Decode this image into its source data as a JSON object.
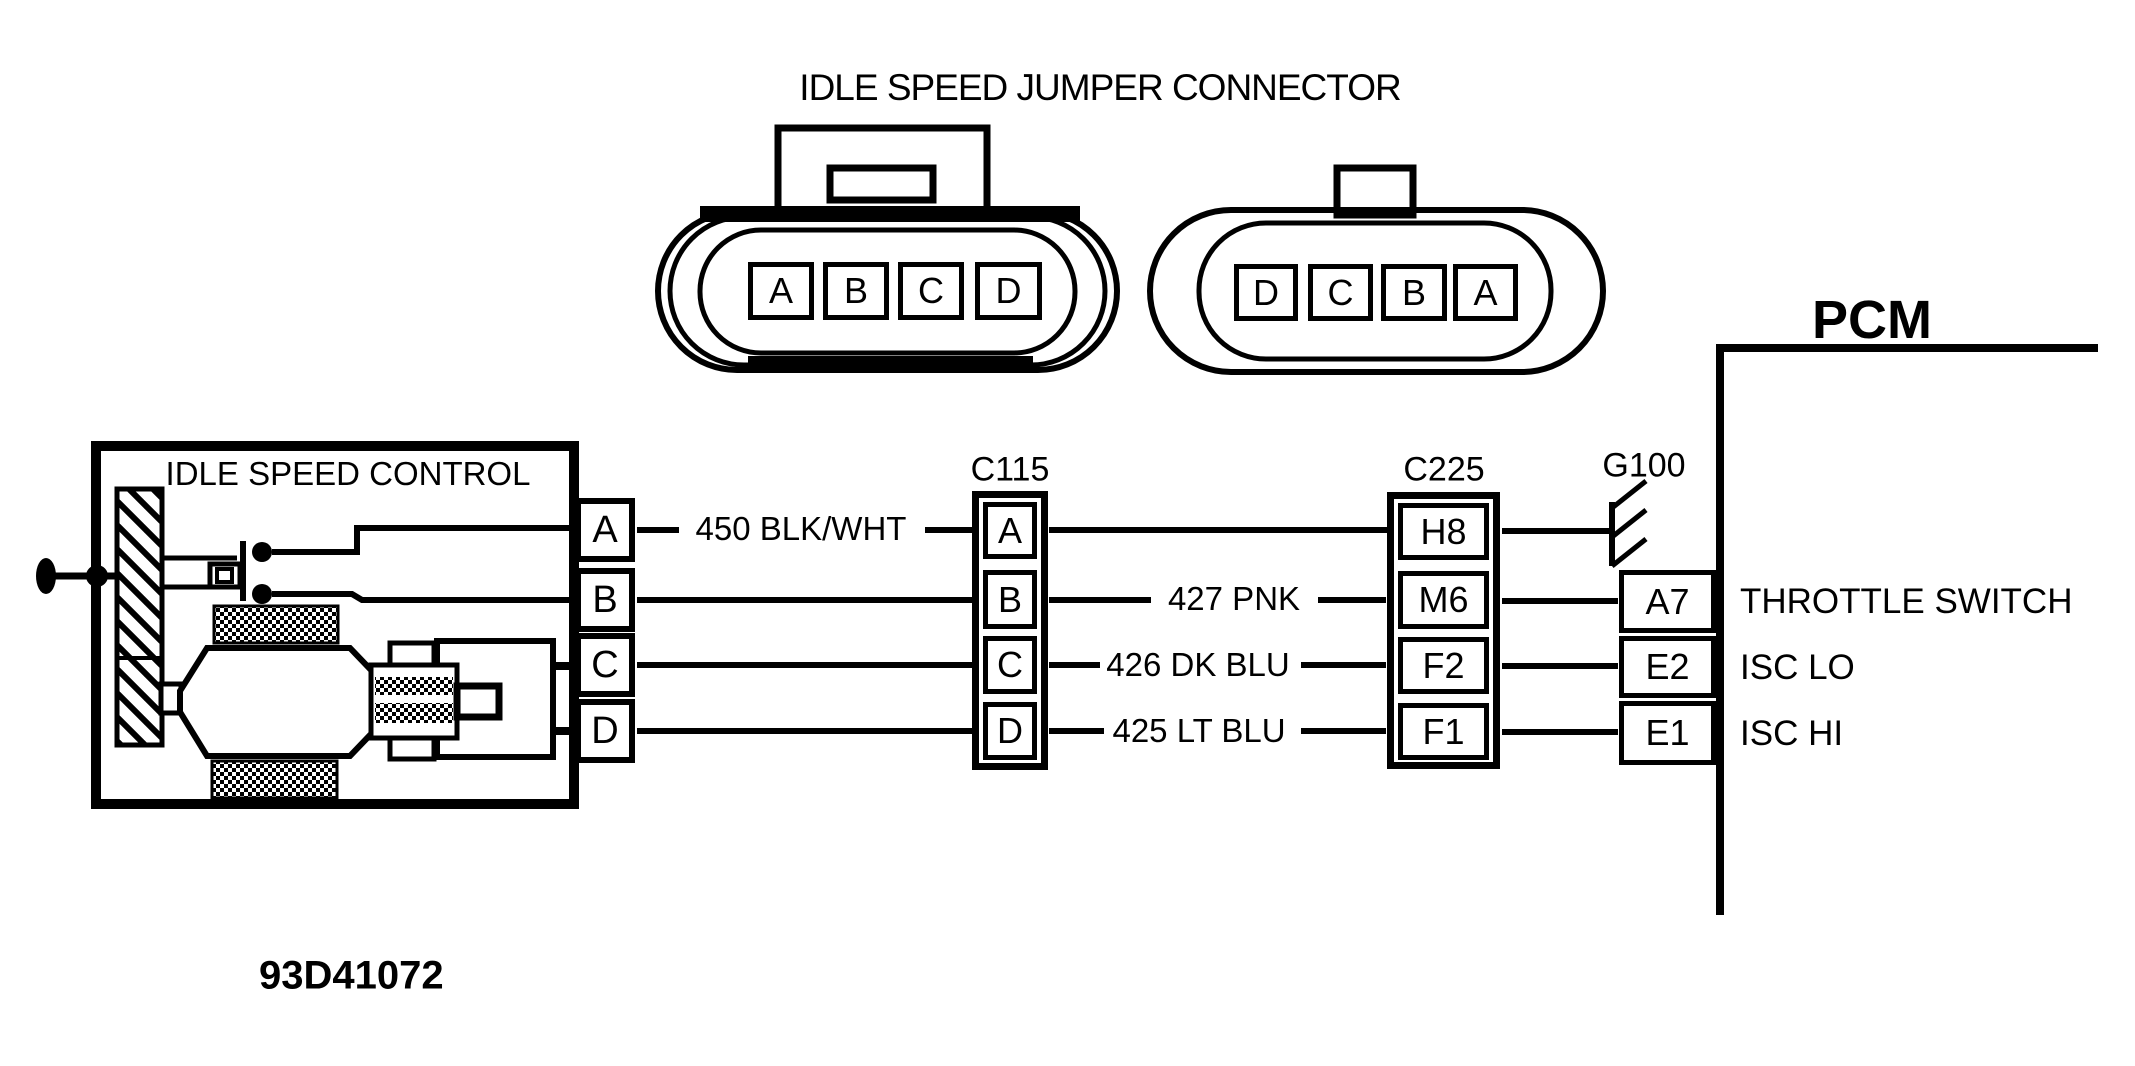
{
  "diagram": {
    "title": "IDLE SPEED JUMPER CONNECTOR",
    "part_number": "93D41072",
    "ink_color": "#000000",
    "paper_color": "#ffffff",
    "jumper_connector_front": {
      "pins": [
        "A",
        "B",
        "C",
        "D"
      ]
    },
    "jumper_connector_rear": {
      "pins": [
        "D",
        "C",
        "B",
        "A"
      ]
    },
    "idle_speed_control": {
      "label": "IDLE SPEED CONTROL",
      "pins": [
        "A",
        "B",
        "C",
        "D"
      ]
    },
    "c115": {
      "label": "C115",
      "pins": [
        "A",
        "B",
        "C",
        "D"
      ]
    },
    "c225": {
      "label": "C225",
      "pins": [
        "H8",
        "M6",
        "F2",
        "F1"
      ]
    },
    "ground": {
      "label": "G100"
    },
    "pcm": {
      "label": "PCM",
      "pins": [
        {
          "pin": "A7",
          "function": "THROTTLE SWITCH"
        },
        {
          "pin": "E2",
          "function": "ISC LO"
        },
        {
          "pin": "E1",
          "function": "ISC HI"
        }
      ]
    },
    "wires": [
      {
        "label": "450 BLK/WHT",
        "from": "IDLE SPEED CONTROL A",
        "via": [
          "C115 A",
          "C225 H8"
        ],
        "to": "G100"
      },
      {
        "label": "427 PNK",
        "from": "IDLE SPEED CONTROL B",
        "via": [
          "C115 B",
          "C225 M6"
        ],
        "to": "PCM A7"
      },
      {
        "label": "426 DK BLU",
        "from": "IDLE SPEED CONTROL C",
        "via": [
          "C115 C",
          "C225 F2"
        ],
        "to": "PCM E2"
      },
      {
        "label": "425 LT BLU",
        "from": "IDLE SPEED CONTROL D",
        "via": [
          "C115 D",
          "C225 F1"
        ],
        "to": "PCM E1"
      }
    ]
  }
}
